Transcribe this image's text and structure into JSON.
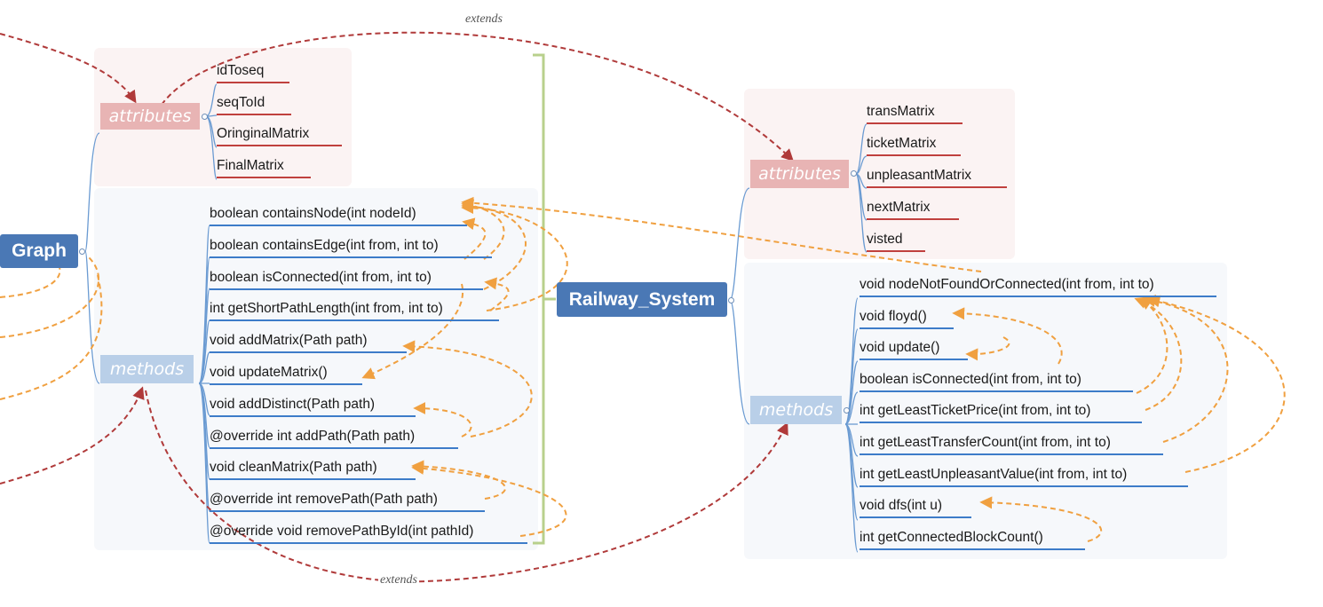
{
  "graph": {
    "title": "Graph",
    "attributes_label": "attributes",
    "methods_label": "methods",
    "attributes": [
      "idToseq",
      "seqToId",
      "OringinalMatrix",
      "FinalMatrix"
    ],
    "methods": [
      "boolean containsNode(int nodeId)",
      "boolean containsEdge(int from, int to)",
      "boolean isConnected(int from, int to)",
      "int getShortPathLength(int from, int to)",
      "void addMatrix(Path path)",
      "void updateMatrix()",
      "void addDistinct(Path path)",
      "@override int addPath(Path path)",
      "void cleanMatrix(Path path)",
      "@override int removePath(Path path)",
      "@override void removePathById(int pathId)"
    ]
  },
  "railway": {
    "title": "Railway_System",
    "attributes_label": "attributes",
    "methods_label": "methods",
    "attributes": [
      "transMatrix",
      "ticketMatrix",
      "unpleasantMatrix",
      "nextMatrix",
      "visted"
    ],
    "methods": [
      "void nodeNotFoundOrConnected(int from, int to)",
      "void floyd()",
      "void update()",
      "boolean isConnected(int from, int to)",
      "int getLeastTicketPrice(int from, int to)",
      "int getLeastTransferCount(int from, int to)",
      "int getLeastUnpleasantValue(int from, int to)",
      "void dfs(int u)",
      "int getConnectedBlockCount()"
    ]
  },
  "relationships": {
    "extends_top": "extends",
    "extends_bottom": "extends"
  },
  "colors": {
    "root": "#4a78b5",
    "attributes_category": "#e8b4b4",
    "methods_category": "#b9cfe8",
    "attribute_underline": "#c0403e",
    "method_underline": "#3d7cc9",
    "extends_arrow": "#c0403e",
    "call_arrow": "#f0a040",
    "summary_bracket": "#b8d08c"
  }
}
